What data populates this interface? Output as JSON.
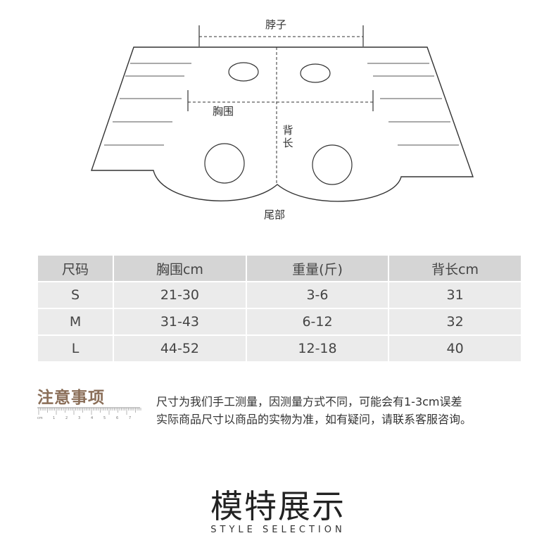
{
  "diagram": {
    "neck_label": "脖子",
    "chest_label": "胸围",
    "back_label_1": "背",
    "back_label_2": "长",
    "tail_label": "尾部"
  },
  "size_table": {
    "headers": [
      "尺码",
      "胸围cm",
      "重量(斤)",
      "背长cm"
    ],
    "rows": [
      [
        "S",
        "21-30",
        "3-6",
        "31"
      ],
      [
        "M",
        "31-43",
        "6-12",
        "32"
      ],
      [
        "L",
        "44-52",
        "12-18",
        "40"
      ]
    ]
  },
  "notes": {
    "title": "注意事项",
    "line1": "尺寸为我们手工测量，因测量方式不同，可能会有1-3cm误差",
    "line2": "实际商品尺寸以商品的实物为准，如有疑问，请联系客服咨询。"
  },
  "ruler": {
    "unit": "cm",
    "numbers": [
      "1",
      "2",
      "3",
      "4",
      "5",
      "6",
      "7"
    ]
  },
  "model": {
    "title": "模特展示",
    "subtitle": "STYLE SELECTION"
  },
  "colors": {
    "notes_title": "#8a6e58",
    "header_bg": "#d5d5d5",
    "row_bg": "#ebebeb"
  }
}
